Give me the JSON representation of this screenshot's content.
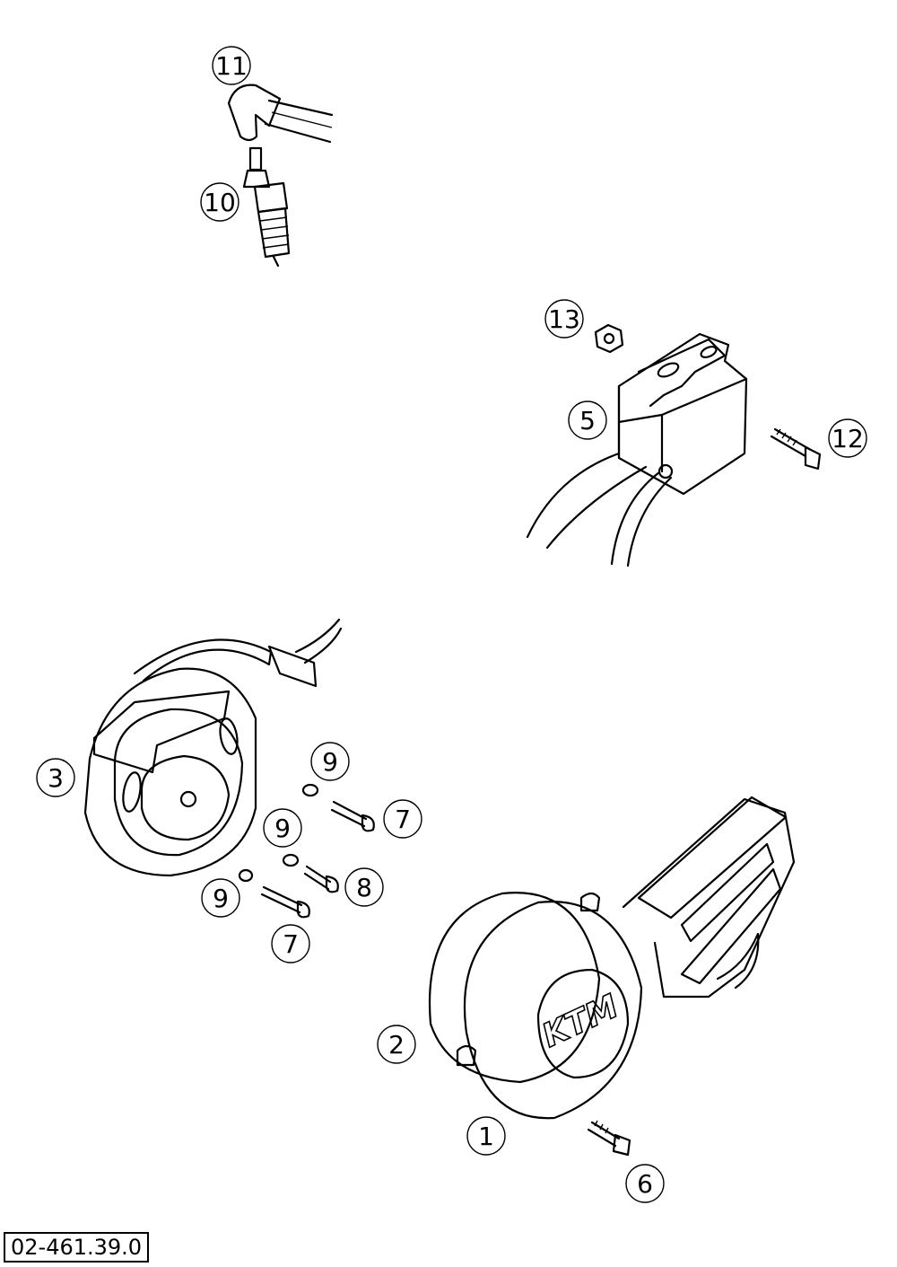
{
  "diagram": {
    "document_number": "02-461.39.0",
    "callouts": [
      {
        "id": "c11",
        "label": "11"
      },
      {
        "id": "c10",
        "label": "10"
      },
      {
        "id": "c13",
        "label": "13"
      },
      {
        "id": "c5",
        "label": "5"
      },
      {
        "id": "c12",
        "label": "12"
      },
      {
        "id": "c3",
        "label": "3"
      },
      {
        "id": "c9a",
        "label": "9"
      },
      {
        "id": "c7a",
        "label": "7"
      },
      {
        "id": "c9b",
        "label": "9"
      },
      {
        "id": "c8",
        "label": "8"
      },
      {
        "id": "c9c",
        "label": "9"
      },
      {
        "id": "c7b",
        "label": "7"
      },
      {
        "id": "c2",
        "label": "2"
      },
      {
        "id": "c1",
        "label": "1"
      },
      {
        "id": "c6",
        "label": "6"
      }
    ],
    "cover_logo": "KTM"
  }
}
